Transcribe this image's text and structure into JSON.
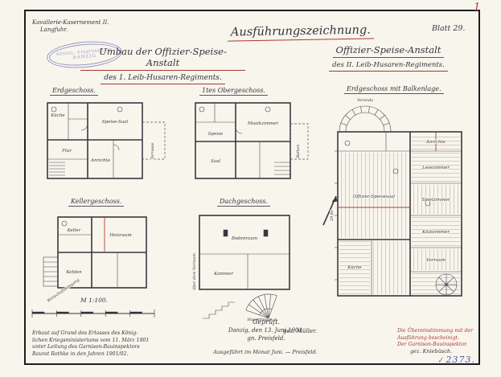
{
  "colors": {
    "paper": "#f8f5ed",
    "ink": "#36333c",
    "red": "#a93a2d",
    "blue": "#4a55a2",
    "stamp": "#8287bd"
  },
  "header": {
    "corner_line1": "Kavallerie-Kasernement II.",
    "corner_line2": "Langfuhr.",
    "title": "Ausführungszeichnung.",
    "sheet": "Blatt 29.",
    "folio": "1",
    "left_title": "Umbau der Offizier-Speise-Anstalt",
    "left_subtitle": "des 1. Leib-Husaren-Regiments.",
    "right_title": "Offizier-Speise-Anstalt",
    "right_subtitle": "des II. Leib-Husaren-Regiments.",
    "stamp_line1": "KÖNIGL. STAATSARCHIV",
    "stamp_line2": "DANZIG"
  },
  "plans": {
    "erd": {
      "title": "Erdgeschoss.",
      "room1": "Speise-Saal",
      "room2": "Küche",
      "room3": "Anrichte",
      "room4": "Flur",
      "side": "Terrasse"
    },
    "og": {
      "title": "1tes Obergeschoss.",
      "room1": "Speise",
      "room2": "Musikzimmer",
      "room3": "Saal",
      "side": "Balkon"
    },
    "kg": {
      "title": "Kellergeschoss.",
      "room1": "Keller",
      "room2": "Heizraum",
      "room3": "Kohlen",
      "side": "Wirtschaftseingang"
    },
    "dg": {
      "title": "Dachgeschoss.",
      "room1": "Bodenraum",
      "room2": "Kammer",
      "side": "über dem Vorraum",
      "detail": "Haupttreppe."
    },
    "big": {
      "title": "Erdgeschoss mit Balkenlage.",
      "bay": "Veranda",
      "room1": "Offizier-Speisesaal",
      "room2": "Anrichte",
      "room3": "Lesezimmer",
      "room4": "Spielzimmer",
      "room5": "Klubzimmer",
      "room6": "Küche",
      "room7": "Vorraum",
      "dim": "29,80"
    }
  },
  "footer": {
    "scale_label": "M 1:100.",
    "note_left_1": "Erbaut auf Grund des Erlasses des König-",
    "note_left_2": "lichen Kriegsministeriums vom 11. März 1901",
    "note_left_3": "unter Leitung des Garnison-Bauinspektors",
    "note_left_4": "Baurat Rothke in den Jahren 1901/02.",
    "checked": "Geprüft.",
    "checked_place": "Danzig, den 13. Juni 1901.",
    "sig1": "gn. Preisfeld.",
    "sig2": "gez. Müller.",
    "executed": "Ausgeführt im Monat Juni. — Preisfeld.",
    "note_right_1": "Die Übereinstimmung mit der",
    "note_right_2": "Ausführung bescheinigt.",
    "note_right_3": "Der Garnison-Bauinspektor.",
    "sig3": "gez. Kniebüsch.",
    "registry": "2373."
  },
  "icons": {
    "red_tick": "✓"
  }
}
